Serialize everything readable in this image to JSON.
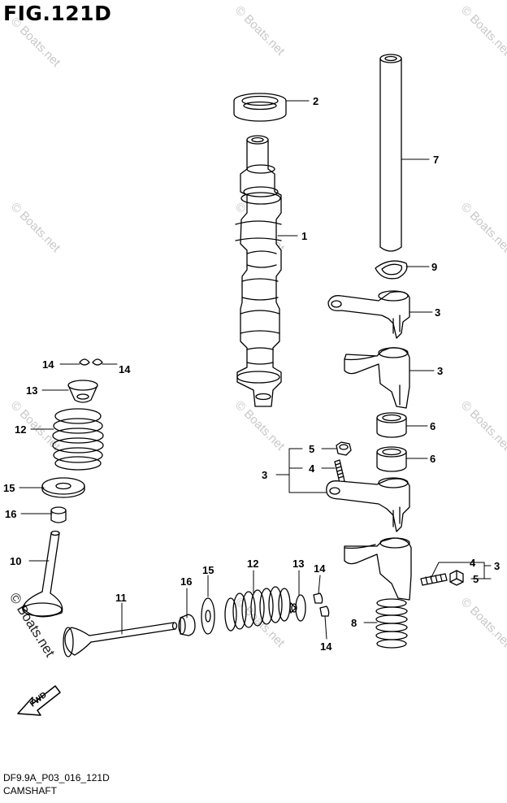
{
  "header": {
    "figure_title": "FIG.121D"
  },
  "footer": {
    "drawing_code": "DF9.9A_P03_016_121D",
    "section_name": "CAMSHAFT"
  },
  "watermark": {
    "text": "© Boats.net"
  },
  "direction_marker": {
    "label": "FWD"
  },
  "callouts": {
    "camshaft": "1",
    "oil_seal": "2",
    "rocker_arm_upper_1": "3",
    "rocker_arm_upper_2": "3",
    "rocker_group_left": "3",
    "rocker_group_right": "3",
    "pushrod": "7",
    "washer_9": "9",
    "spacer_upper": "6",
    "spacer_lower": "6",
    "nut_upper": "5",
    "adjust_screw_upper": "4",
    "adjust_screw_lower": "4",
    "nut_lower": "5",
    "spring_8": "8",
    "cotter_a": "14",
    "cotter_b": "14",
    "retainer_left": "13",
    "spring_left": "12",
    "seat_left": "15",
    "seal_left": "16",
    "valve_left": "10",
    "valve_exhaust": "11",
    "seal_bottom": "16",
    "seat_bottom": "15",
    "spring_bottom": "12",
    "retainer_bottom": "13",
    "cotter_bottom_a": "14",
    "cotter_bottom_b": "14"
  }
}
